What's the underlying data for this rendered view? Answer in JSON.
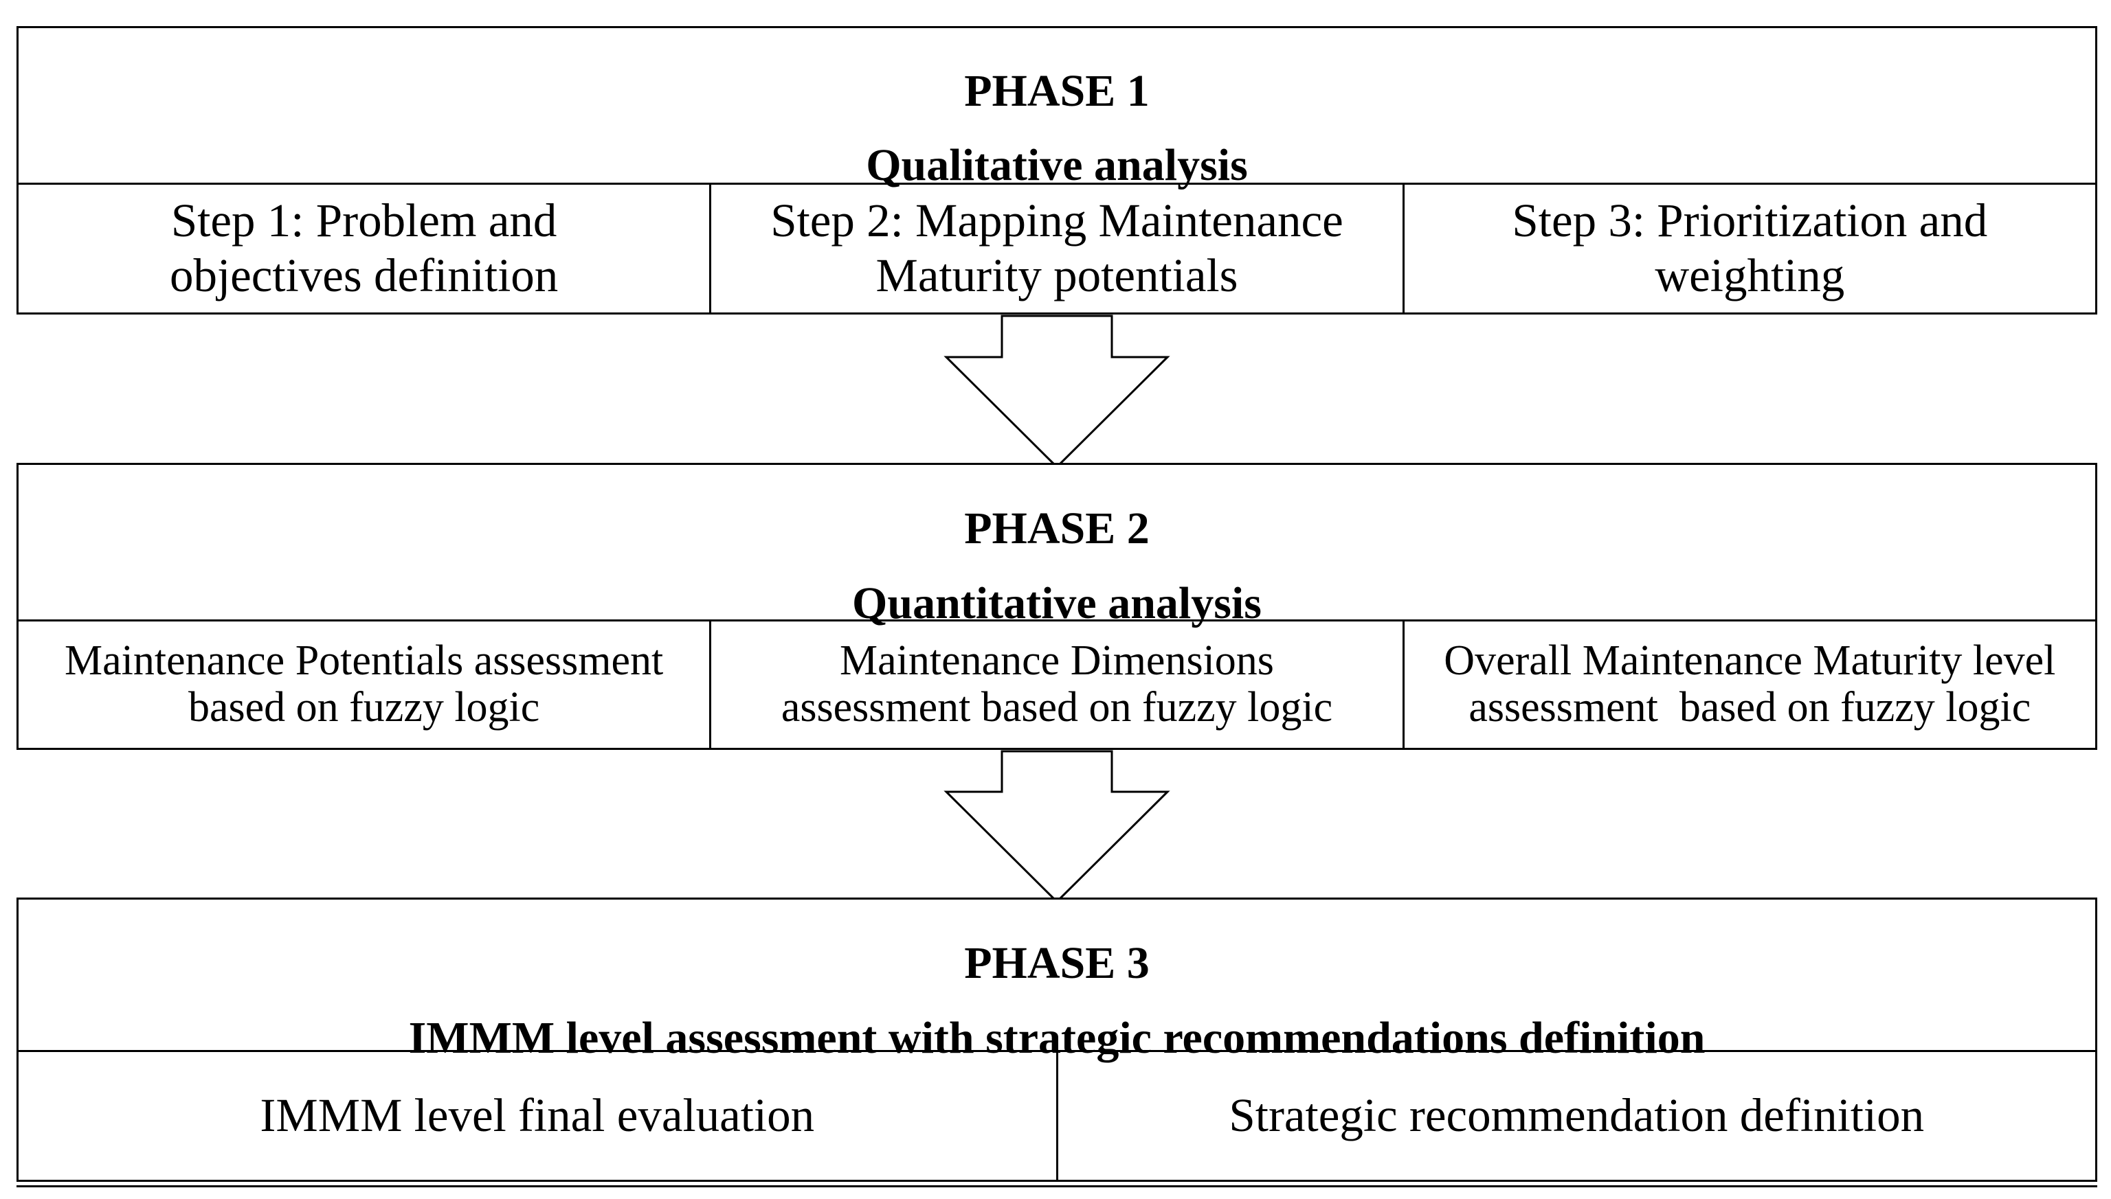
{
  "phases": [
    {
      "label": "PHASE 1",
      "title": "Qualitative analysis",
      "steps": [
        [
          "Step 1: Problem and",
          "objectives definition"
        ],
        [
          "Step 2: Mapping Maintenance",
          "Maturity potentials"
        ],
        [
          "Step 3: Prioritization and",
          "weighting"
        ]
      ]
    },
    {
      "label": "PHASE 2",
      "title": "Quantitative analysis",
      "steps": [
        [
          "Maintenance Potentials assessment",
          "based on fuzzy logic"
        ],
        [
          "Maintenance Dimensions",
          "assessment based on fuzzy logic"
        ],
        [
          "Overall Maintenance Maturity level",
          "assessment  based on fuzzy logic"
        ]
      ]
    },
    {
      "label": "PHASE 3",
      "title": "IMMM level assessment with strategic recommendations definition",
      "steps": [
        [
          "IMMM level final evaluation"
        ],
        [
          "Strategic recommendation definition"
        ]
      ]
    }
  ]
}
